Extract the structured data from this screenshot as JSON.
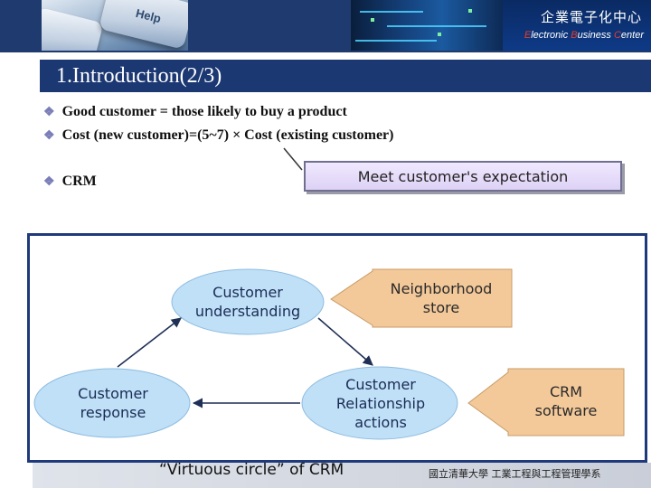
{
  "header": {
    "keyboard_key_label": "Help",
    "brand_cn": "企業電子化中心",
    "brand_en": {
      "e": "E",
      "lectronic": "lectronic ",
      "b": "B",
      "usiness": "usiness ",
      "c": "C",
      "enter": "enter"
    }
  },
  "title": "1.Introduction(2/3)",
  "bullets": [
    "Good customer = those likely to buy a product",
    "Cost (new customer)=(5~7) × Cost (existing customer)",
    "CRM"
  ],
  "callout": "Meet customer's expectation",
  "diagram": {
    "customer_understanding": [
      "Customer",
      "understanding"
    ],
    "customer_response": [
      "Customer",
      "response"
    ],
    "crm_actions": [
      "Customer",
      "Relationship",
      "actions"
    ],
    "neighborhood_store": [
      "Neighborhood",
      "store"
    ],
    "crm_software": [
      "CRM",
      "software"
    ],
    "caption": "“Virtuous circle” of CRM"
  },
  "footer": "國立清華大學 工業工程與工程管理學系",
  "colors": {
    "header_bg": "#1f3a6e",
    "title_bar": "#1c3873",
    "frame_border": "#1f3a7a",
    "ellipse_fill": "#bfe0f7",
    "arrow_callout_fill": "#f3c99a"
  }
}
